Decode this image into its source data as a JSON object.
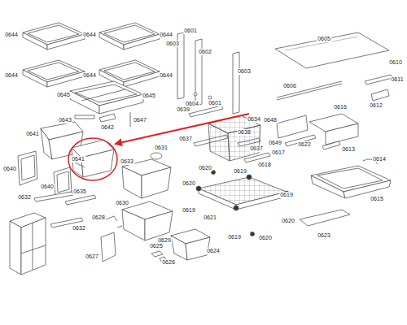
{
  "diagram": {
    "labels": [
      "0644",
      "0644",
      "0644",
      "0644",
      "0644",
      "0644",
      "0645",
      "0645",
      "0643",
      "0642",
      "0647",
      "0641",
      "0641",
      "0640",
      "0640",
      "0632",
      "0635",
      "0632",
      "0628",
      "0627",
      "0629",
      "0630",
      "0633",
      "0631",
      "0625",
      "0626",
      "0624",
      "0603",
      "0601",
      "0602",
      "0603",
      "0604",
      "0601",
      "0639",
      "0637",
      "0634",
      "0638",
      "0637",
      "0618",
      "0619",
      "0620",
      "0620",
      "0619",
      "0621",
      "0619",
      "0620",
      "0620",
      "0619",
      "0605",
      "0610",
      "0606",
      "0611",
      "0648",
      "0616",
      "0612",
      "0622",
      "0617",
      "0649",
      "0613",
      "0614",
      "0615",
      "0623"
    ]
  }
}
